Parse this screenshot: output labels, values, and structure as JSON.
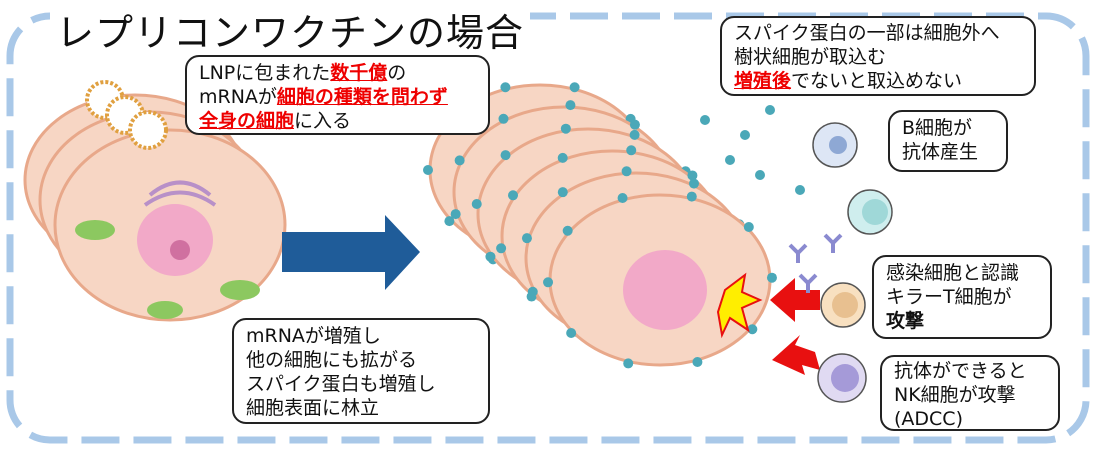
{
  "title": "レプリコンワクチンの場合",
  "lnp_bubble": {
    "t1": "LNPに包まれた",
    "h1": "数千億",
    "t2": "の",
    "t3": "mRNAが",
    "h2": "細胞の種類を問わず",
    "h3": "全身の細胞",
    "t4": "に入る"
  },
  "spike_bubble": {
    "line1": "スパイク蛋白の一部は細胞外へ",
    "line2": "樹状細胞が取込む",
    "h1": "増殖後",
    "t3": "でないと取込めない"
  },
  "b_bubble": {
    "line1": "B細胞が",
    "line2": "抗体産生"
  },
  "t_bubble": {
    "line1": "感染細胞と認識",
    "line2": "キラーT細胞が",
    "line3": "攻撃"
  },
  "nk_bubble": {
    "line1": "抗体ができると",
    "line2": "NK細胞が攻撃",
    "line3": "(ADCC)"
  },
  "mrna_bubble": {
    "line1": "mRNAが増殖し",
    "line2": "他の細胞にも拡がる",
    "line3": "スパイク蛋白も増殖し",
    "line4": "細胞表面に林立"
  },
  "colors": {
    "border": "#a9c8e8",
    "cell": "#f7d6c4",
    "nucleus": "#f2a9c8",
    "arrow": "#1f5c99",
    "attack": "#e81010",
    "highlight": "#e00000"
  }
}
